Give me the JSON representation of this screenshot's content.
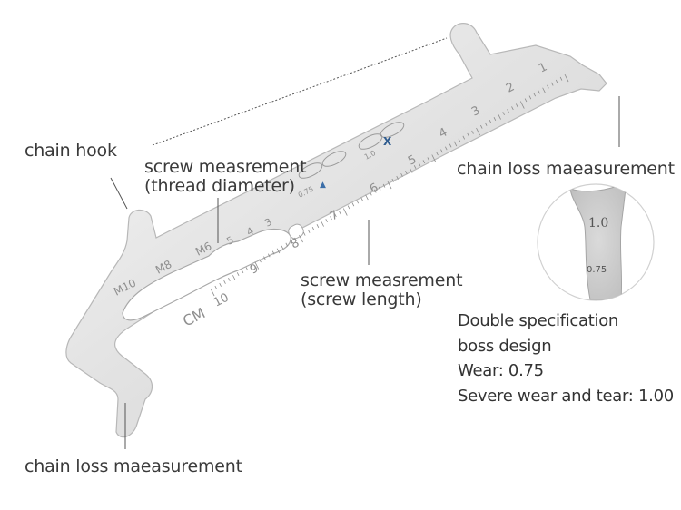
{
  "labels": {
    "chain_hook": "chain hook",
    "thread_line1": "screw measrement",
    "thread_line2": "(thread diameter)",
    "length_line1": "screw measrement",
    "length_line2": "(screw length)",
    "loss_top": "chain loss maeasurement",
    "loss_bottom": "chain loss maeasurement"
  },
  "spec": {
    "line1": "Double specification",
    "line2": "boss design",
    "line3": "Wear: 0.75",
    "line4": "Severe wear and tear: 1.00"
  },
  "tool_markings": {
    "unit": "CM",
    "threads": [
      "M10",
      "M8",
      "M6"
    ],
    "small_numbers": [
      "5",
      "4",
      "3"
    ],
    "ruler_numbers": [
      "10",
      "9",
      "8",
      "7",
      "6",
      "5",
      "4",
      "3",
      "2",
      "1"
    ],
    "gauge_075": "0.75",
    "gauge_10": "1.0",
    "gauge_x": "X",
    "gauge_triangle": "▲"
  },
  "inset": {
    "value_top": "1.0",
    "value_bottom": "0.75"
  }
}
